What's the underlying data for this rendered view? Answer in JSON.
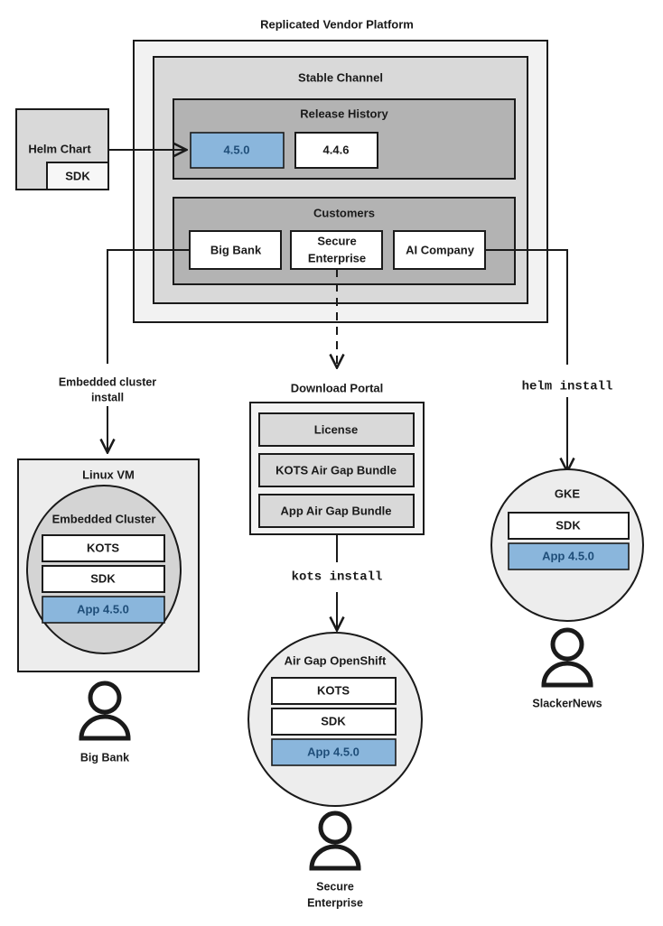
{
  "diagram": {
    "title": "Replicated Vendor Platform",
    "colors": {
      "platform_bg": "#f2f2f2",
      "channel_bg": "#d9d9d9",
      "group_bg": "#b3b3b3",
      "box_white": "#ffffff",
      "box_light": "#e6e6e6",
      "box_grey": "#d9d9d9",
      "accent_blue_fill": "#8ab6dc",
      "accent_blue_stroke": "#2166a8",
      "accent_blue_text": "#1f4e79",
      "stroke": "#1a1a1a"
    }
  },
  "helm_chart": {
    "label": "Helm Chart",
    "sdk_label": "SDK"
  },
  "platform": {
    "channel": {
      "label": "Stable Channel",
      "release_history": {
        "label": "Release History",
        "releases": [
          {
            "version": "4.5.0",
            "highlighted": true
          },
          {
            "version": "4.4.6",
            "highlighted": false
          }
        ]
      },
      "customers": {
        "label": "Customers",
        "items": [
          {
            "name": "Big Bank"
          },
          {
            "name": "Secure",
            "name2": "Enterprise"
          },
          {
            "name": "AI Company"
          }
        ]
      }
    }
  },
  "flows": {
    "embedded_cluster_install": {
      "line1": "Embedded cluster",
      "line2": "install"
    },
    "helm_install": {
      "label": "helm install"
    },
    "kots_install": {
      "label": "kots install"
    }
  },
  "download_portal": {
    "title": "Download Portal",
    "items": [
      {
        "label": "License"
      },
      {
        "label": "KOTS Air Gap Bundle"
      },
      {
        "label": "App Air Gap Bundle"
      }
    ]
  },
  "environments": {
    "linux_vm": {
      "title": "Linux VM",
      "cluster_label": "Embedded Cluster",
      "components": [
        {
          "label": "KOTS",
          "highlighted": false
        },
        {
          "label": "SDK",
          "highlighted": false
        },
        {
          "label": "App 4.5.0",
          "highlighted": true
        }
      ],
      "user": "Big Bank"
    },
    "airgap_openshift": {
      "title": "Air Gap OpenShift",
      "components": [
        {
          "label": "KOTS",
          "highlighted": false
        },
        {
          "label": "SDK",
          "highlighted": false
        },
        {
          "label": "App 4.5.0",
          "highlighted": true
        }
      ],
      "user_line1": "Secure",
      "user_line2": "Enterprise"
    },
    "gke": {
      "title": "GKE",
      "components": [
        {
          "label": "SDK",
          "highlighted": false
        },
        {
          "label": "App 4.5.0",
          "highlighted": true
        }
      ],
      "user": "SlackerNews"
    }
  }
}
